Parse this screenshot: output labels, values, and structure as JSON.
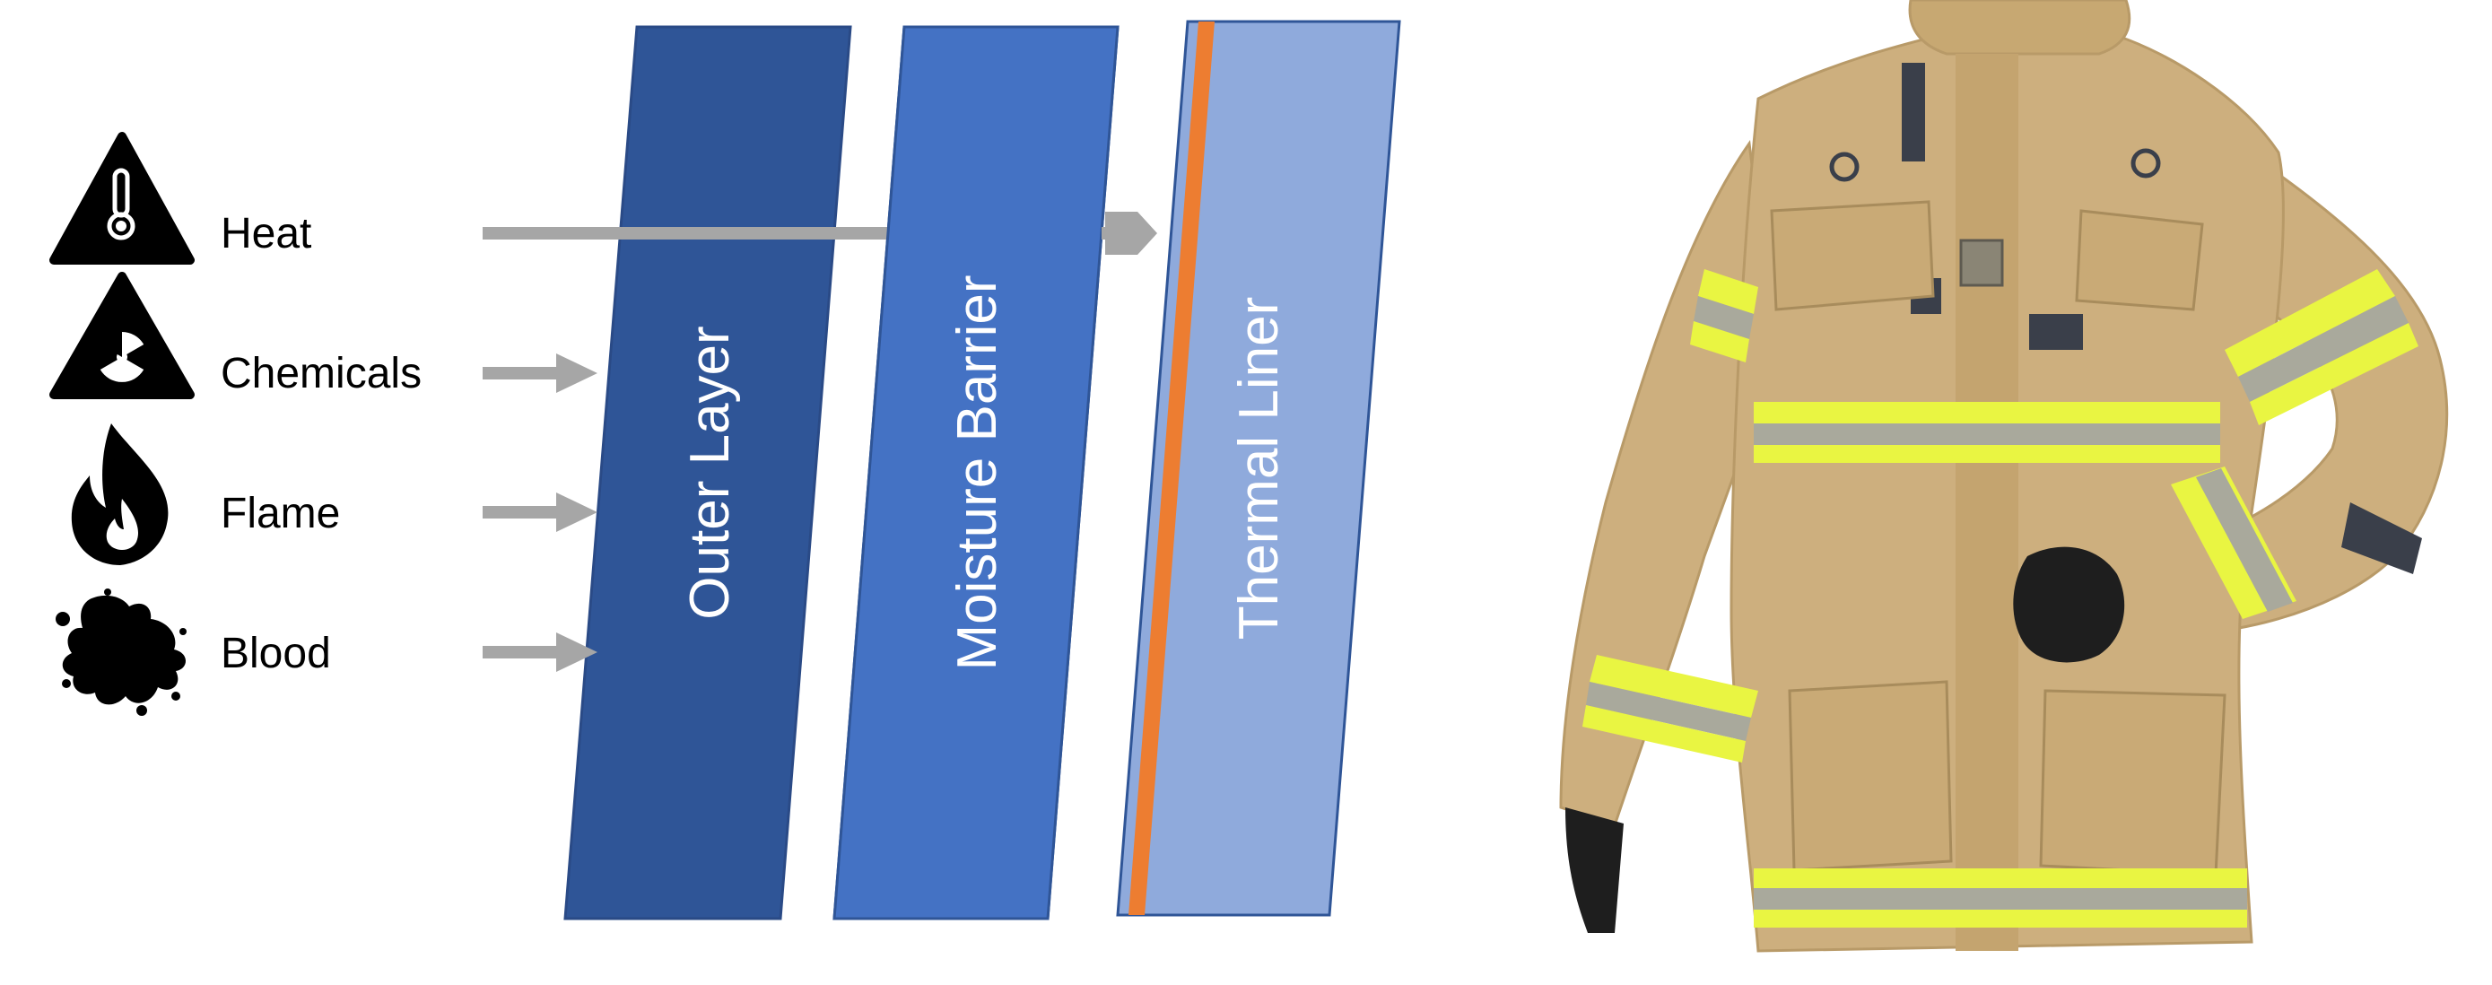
{
  "hazards": [
    {
      "label": "Heat",
      "icon": "thermometer-warning-icon"
    },
    {
      "label": "Chemicals",
      "icon": "radiation-warning-icon"
    },
    {
      "label": "Flame",
      "icon": "flame-icon"
    },
    {
      "label": "Blood",
      "icon": "blood-splatter-icon"
    }
  ],
  "layers": [
    {
      "label": "Outer Layer",
      "color": "#2F5597"
    },
    {
      "label": "Moisture Barrier",
      "color": "#4472C4"
    },
    {
      "label": "Thermal Liner",
      "color": "#8FAADC",
      "accent": "#ED7D31"
    }
  ],
  "arrow_color": "#A6A6A6",
  "photo": {
    "subject": "firefighter turnout coat",
    "colors": {
      "fabric": "#CDAF7E",
      "reflective_yellow": "#E9F542",
      "reflective_silver": "#A9A99C",
      "trim": "#3A3F4A"
    }
  }
}
